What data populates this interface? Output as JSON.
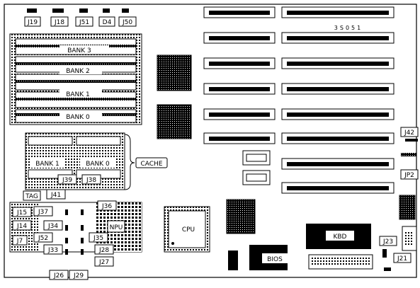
{
  "board_id": "3S051",
  "top_jumpers": [
    "J19",
    "J18",
    "J51",
    "D4",
    "J50"
  ],
  "memory_banks": [
    "BANK 3",
    "BANK 2",
    "BANK 1",
    "BANK 0"
  ],
  "cache": {
    "label": "CACHE",
    "banks": [
      "BANK 1",
      "BANK 0"
    ],
    "tag_label": "TAG"
  },
  "lower_jumpers": [
    "J41",
    "J39",
    "J38",
    "J36",
    "J15",
    "J37",
    "J14",
    "J34",
    "J7",
    "J52",
    "J35",
    "J33",
    "J28",
    "J27",
    "J26",
    "J29"
  ],
  "chips": {
    "npu": "NPU",
    "cpu": "CPU",
    "bios": "BIOS",
    "kbd": "KBD"
  },
  "right_jumpers": [
    "J42",
    "JP2",
    "J23",
    "J21"
  ]
}
